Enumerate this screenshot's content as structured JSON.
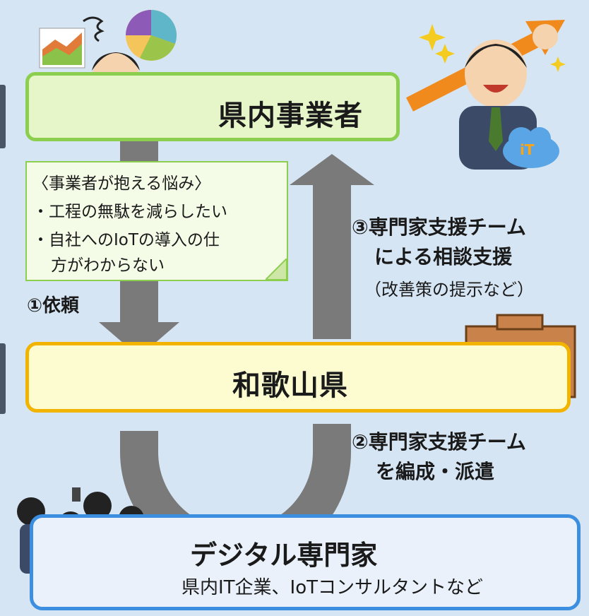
{
  "business_box": {
    "title": "県内事業者"
  },
  "prefecture_box": {
    "title": "和歌山県"
  },
  "expert_box": {
    "title": "デジタル専門家",
    "subtitle": "県内IT企業、IoTコンサルタントなど"
  },
  "worries_note": {
    "heading": "〈事業者が抱える悩み〉",
    "item1": "・工程の無駄を減らしたい",
    "item2_line1": "・自社へのIoTの導入の仕",
    "item2_line2": "方がわからない"
  },
  "steps": {
    "step1": "①依頼",
    "step2_line1": "②専門家支援チーム",
    "step2_line2": "を編成・派遣",
    "step3_line1": "③専門家支援チーム",
    "step3_line2": "による相談支援",
    "step3_note": "（改善策の提示など）"
  },
  "icons": {
    "cloud_badge": "iT"
  },
  "colors": {
    "background": "#d6e5f3",
    "business_border": "#8ccf4f",
    "prefecture_border": "#f3b400",
    "expert_border": "#3b8ee0",
    "arrow": "#7a7a7a"
  }
}
